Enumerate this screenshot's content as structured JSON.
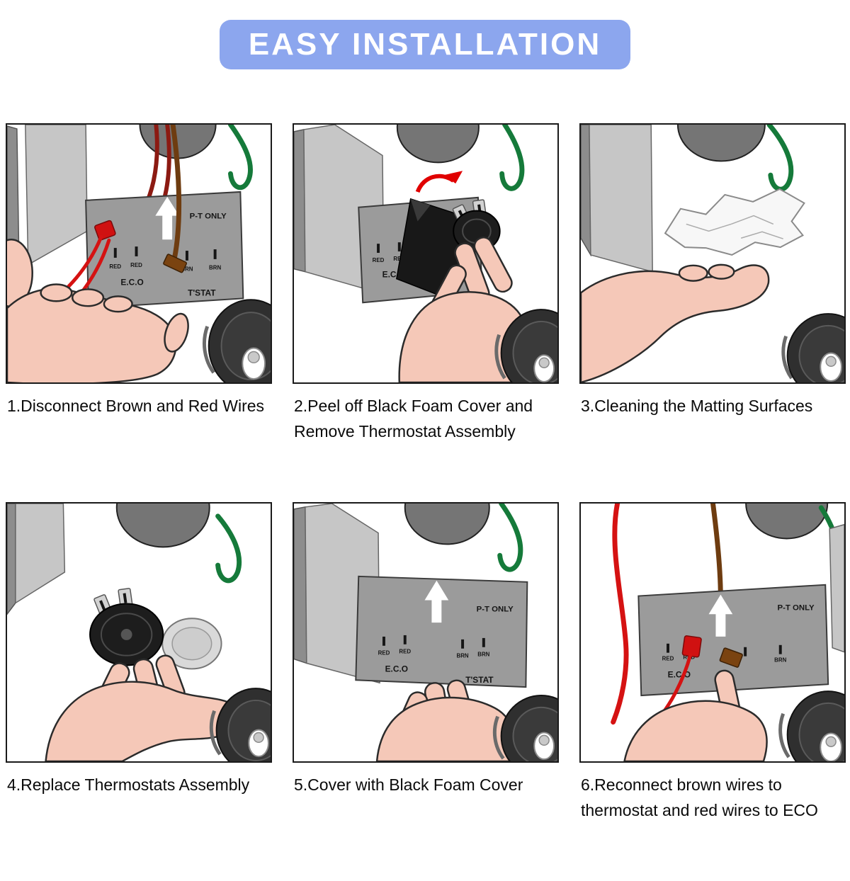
{
  "banner": {
    "title": "EASY INSTALLATION"
  },
  "colors": {
    "banner_bg": "#8CA6EE",
    "banner_text": "#FFFFFF",
    "skin": "#F5C8B8",
    "plate_gray": "#9B9B9B",
    "green_wire": "#157A3A",
    "red_wire": "#D51212",
    "brown_wire": "#6E3C10",
    "foam_black": "#181818"
  },
  "plate_labels": {
    "pt_only": "P-T ONLY",
    "red": "RED",
    "brn": "BRN",
    "eco": "E.C.O",
    "tstat": "T'STAT"
  },
  "steps": [
    {
      "number": "1",
      "caption_line1": "1.Disconnect Brown and Red Wires",
      "caption_line2": ""
    },
    {
      "number": "2",
      "caption_line1": "2.Peel off Black Foam Cover and",
      "caption_line2": "Remove Thermostat Assembly"
    },
    {
      "number": "3",
      "caption_line1": "3.Cleaning the Matting Surfaces",
      "caption_line2": ""
    },
    {
      "number": "4",
      "caption_line1": "4.Replace Thermostats Assembly",
      "caption_line2": ""
    },
    {
      "number": "5",
      "caption_line1": "5.Cover with Black Foam Cover",
      "caption_line2": ""
    },
    {
      "number": "6",
      "caption_line1": "6.Reconnect brown wires to",
      "caption_line2": "thermostat and red wires to ECO"
    }
  ]
}
